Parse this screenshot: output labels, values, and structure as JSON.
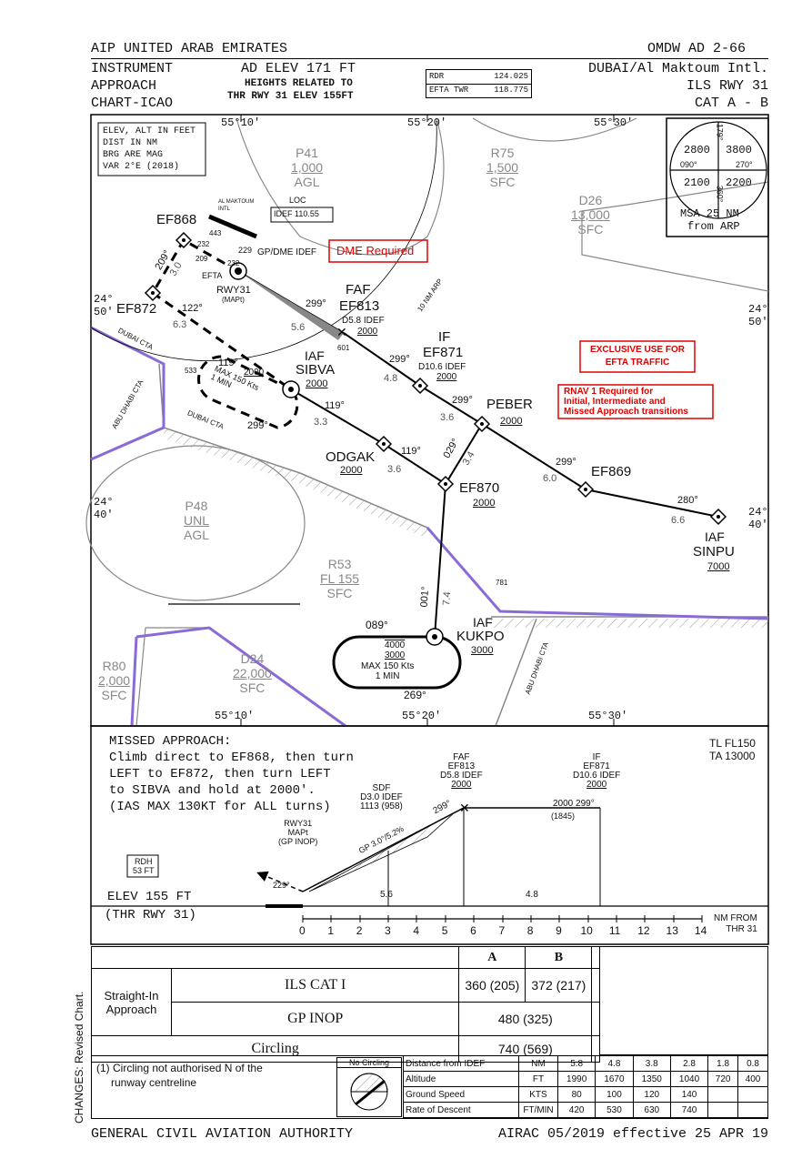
{
  "header": {
    "aip": "AIP UNITED ARAB EMIRATES",
    "page_id": "OMDW AD 2-66",
    "chart_type": [
      "INSTRUMENT",
      "APPROACH",
      "CHART-ICAO"
    ],
    "ad_elev": "AD ELEV 171 FT",
    "heights_related": "HEIGHTS RELATED TO",
    "thr_elev": "THR RWY 31 ELEV 155FT",
    "freq": [
      {
        "name": "RDR",
        "value": "124.025"
      },
      {
        "name": "EFTA TWR",
        "value": "118.775"
      }
    ],
    "airport": "DUBAI/Al Maktoum Intl.",
    "procedure": "ILS RWY 31",
    "category": "CAT A - B"
  },
  "plan": {
    "legend": [
      "ELEV, ALT IN FEET",
      "DIST IN NM",
      "BRG ARE MAG",
      "VAR 2°E (2018)"
    ],
    "grid": {
      "top": [
        "55°10'",
        "55°20'",
        "55°30'"
      ],
      "bottom": [
        "55°10'",
        "55°20'",
        "55°30'"
      ],
      "lat_50": [
        "24°",
        "50'"
      ],
      "lat_40": [
        "24°",
        "40'"
      ]
    },
    "msa": {
      "values": [
        "2800",
        "3800",
        "2100",
        "2200"
      ],
      "bearings": [
        "179°",
        "090°",
        "270°",
        "360°"
      ],
      "label": "MSA 25 NM",
      "sublabel": "from ARP"
    },
    "airspaces": [
      {
        "id": "P41",
        "alt": "1,000",
        "ref": "AGL"
      },
      {
        "id": "R75",
        "alt": "1,500",
        "ref": "SFC"
      },
      {
        "id": "D26",
        "alt": "13,000",
        "ref": "SFC"
      },
      {
        "id": "P48",
        "alt": "UNL",
        "ref": "AGL"
      },
      {
        "id": "R53",
        "alt": "FL 155",
        "ref": "SFC"
      },
      {
        "id": "R80",
        "alt": "2,000",
        "ref": "SFC"
      },
      {
        "id": "D24",
        "alt": "22,000",
        "ref": "SFC"
      }
    ],
    "fixes": {
      "EF868": "EF868",
      "EF872": "EF872",
      "SIBVA": "SIBVA",
      "SIBVA_role": "IAF",
      "SIBVA_alt": "2000",
      "FAF": "FAF",
      "EF813": "EF813",
      "EF813_dist": "D5.8 IDEF",
      "EF813_alt": "2000",
      "IF": "IF",
      "EF871": "EF871",
      "EF871_dist": "D10.6 IDEF",
      "EF871_alt": "2000",
      "PEBER": "PEBER",
      "PEBER_alt": "2000",
      "ODGAK": "ODGAK",
      "ODGAK_alt": "2000",
      "EF870": "EF870",
      "EF870_alt": "2000",
      "EF869": "EF869",
      "SINPU_role": "IAF",
      "SINPU": "SINPU",
      "SINPU_alt": "7000",
      "KUKPO_role": "IAF",
      "KUKPO": "KUKPO",
      "KUKPO_alt": "3000"
    },
    "loc": {
      "title": "LOC",
      "freq": "IDEF 110.55"
    },
    "airport_label": [
      "AL MAKTOUM",
      "INTL"
    ],
    "gp_dme": "GP/DME IDEF",
    "gp_hdg": "229",
    "efta": "EFTA",
    "rwy": "RWY31",
    "mapt": "(MAPt)",
    "obstacles": [
      "443",
      "232",
      "533",
      "601",
      "781"
    ],
    "notes": {
      "dme": "DME Required",
      "exclusive": [
        "EXCLUSIVE USE FOR",
        "EFTA TRAFFIC"
      ],
      "rnav": [
        "RNAV 1 Required for",
        "Initial, Intermediate and",
        "Missed Approach transitions"
      ]
    },
    "ten_nm_arp": "10 NM ARP",
    "leg_labels": {
      "ef868_ef872_brg": "209°",
      "ef868_ef872_dist": "3.0",
      "ef872_sibva_brg": "122°",
      "ef872_sibva_dist": "6.3",
      "sibva_odgak_brg": "119°",
      "sibva_odgak_dist": "3.3",
      "odgak_ef870_brg": "119°",
      "odgak_ef870_dist": "3.6",
      "ef870_peber_brg": "029°",
      "ef870_peber_dist": "3.4",
      "peber_ef871_brg": "299°",
      "peber_ef871_dist": "3.6",
      "ef871_ef813_brg": "299°",
      "ef871_ef813_dist": "4.8",
      "ef813_rwy_brg": "299°",
      "ef813_rwy_dist": "5.6",
      "ef869_peber_brg": "299°",
      "ef869_peber_dist": "6.0",
      "sinpu_ef869_brg": "280°",
      "sinpu_ef869_dist": "6.6",
      "kukpo_ef870_brg": "001°",
      "kukpo_ef870_dist": "7.4",
      "ef872_to_ef868": "209",
      "missed_232": "232"
    },
    "holds": {
      "sibva": {
        "inbound": "119°",
        "alt": "2000",
        "outbound": "299°",
        "speed": [
          "MAX 150 Kts",
          "1 MIN"
        ]
      },
      "kukpo": {
        "inbound": "089°",
        "alt_max": "4000",
        "alt_min": "3000",
        "outbound": "269°",
        "speed": [
          "MAX 150 Kts",
          "1 MIN"
        ]
      }
    },
    "cta": [
      "DUBAI CTA",
      "ABU DHABI CTA",
      "DUBAI CTA",
      "ABU DHABI CTA"
    ]
  },
  "profile": {
    "missed_approach": [
      "MISSED APPROACH:",
      "Climb direct to EF868, then turn",
      "LEFT to EF872, then turn LEFT",
      "to SIBVA and hold at 2000'.",
      "(IAS MAX 130KT for ALL turns)"
    ],
    "tl": "TL FL150",
    "ta": "TA 13000",
    "faf": [
      "FAF",
      "EF813",
      "D5.8 IDEF",
      "2000"
    ],
    "if": [
      "IF",
      "EF871",
      "D10.6 IDEF",
      "2000"
    ],
    "sdf": [
      "SDF",
      "D3.0 IDEF",
      "1113 (958)"
    ],
    "if_alt": "2000 299°",
    "if_alt_sub": "(1845)",
    "faf_brg": "299°",
    "gp": "GP 3.0°/5.2%",
    "rwy": [
      "RWY31",
      "MAPt",
      "(GP INOP)"
    ],
    "rdh": [
      "RDH",
      "53 FT"
    ],
    "rwy_brg": "229°",
    "dist_56": "5.6",
    "dist_48": "4.8",
    "elev": "ELEV 155 FT",
    "thr": "(THR RWY 31)",
    "scale": [
      "0",
      "1",
      "2",
      "3",
      "4",
      "5",
      "6",
      "7",
      "8",
      "9",
      "10",
      "11",
      "12",
      "13",
      "14"
    ],
    "nm_from": "NM FROM",
    "thr31": "THR 31"
  },
  "minima": {
    "cat_a": "A",
    "cat_b": "B",
    "straight_in": "Straight-In Approach",
    "ils_cat1": "ILS CAT I",
    "ils_a": "360 (205)",
    "ils_b": "372 (217)",
    "gp_inop": "GP INOP",
    "gp_inop_val": "480 (325)",
    "circling": "Circling",
    "circling_val": "740 (569)",
    "note": [
      "(1) Circling not authorised N of the",
      "runway centreline"
    ],
    "no_circling": "No Circling"
  },
  "rod_table": {
    "rows": [
      {
        "label": "Distance from IDEF",
        "unit": "NM",
        "values": [
          "5.8",
          "4.8",
          "3.8",
          "2.8",
          "1.8",
          "0.8"
        ]
      },
      {
        "label": "Altitude",
        "unit": "FT",
        "values": [
          "1990",
          "1670",
          "1350",
          "1040",
          "720",
          "400"
        ]
      },
      {
        "label": "Ground Speed",
        "unit": "KTS",
        "values": [
          "80",
          "100",
          "120",
          "140",
          "",
          ""
        ]
      },
      {
        "label": "Rate of Descent",
        "unit": "FT/MIN",
        "values": [
          "420",
          "530",
          "630",
          "740",
          "",
          ""
        ]
      }
    ]
  },
  "side_note": "CHANGES: Revised Chart.",
  "footer": {
    "authority": "GENERAL CIVIL AVIATION AUTHORITY",
    "airac": "AIRAC 05/2019 effective 25 APR 19"
  }
}
